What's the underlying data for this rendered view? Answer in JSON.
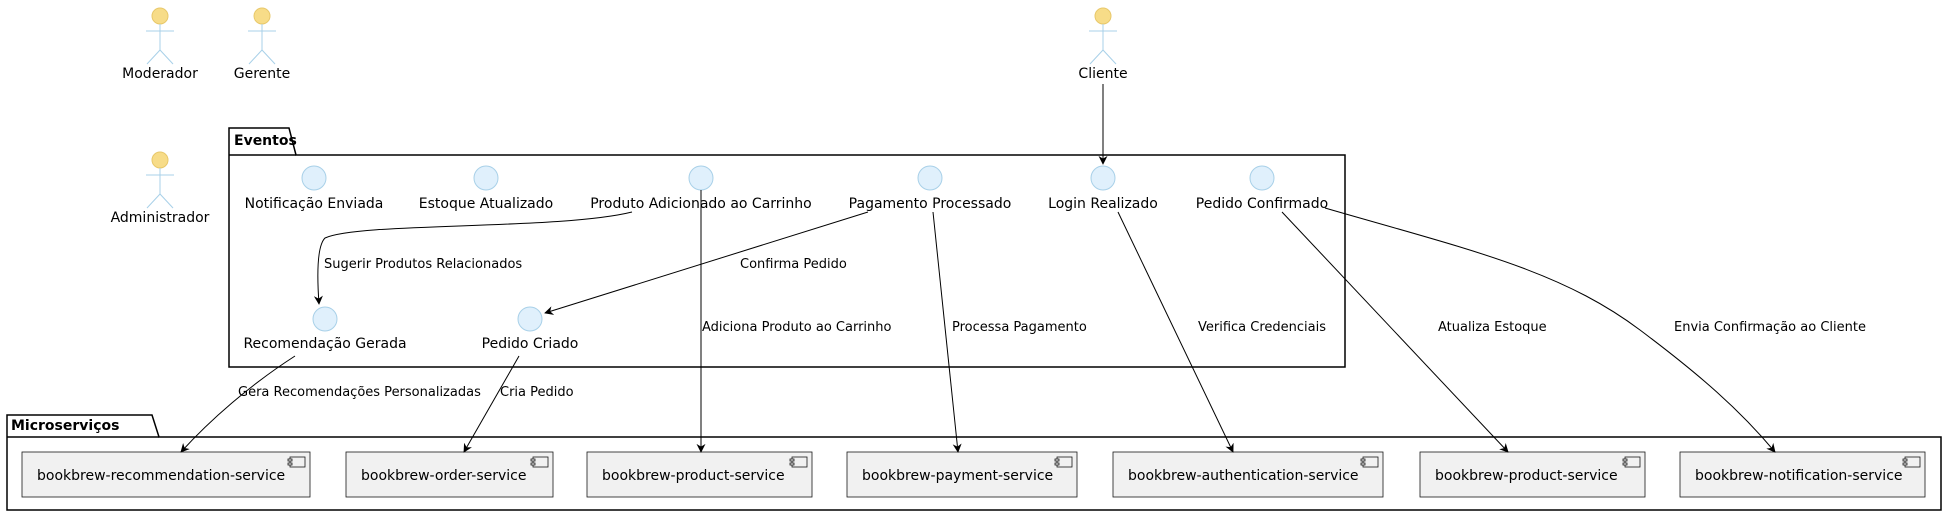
{
  "actors": {
    "moderador": "Moderador",
    "gerente": "Gerente",
    "cliente": "Cliente",
    "administrador": "Administrador"
  },
  "packages": {
    "eventos": "Eventos",
    "microservicos": "Microserviços"
  },
  "events": {
    "notificacao_enviada": "Notificação Enviada",
    "estoque_atualizado": "Estoque Atualizado",
    "produto_adicionado": "Produto Adicionado ao Carrinho",
    "pagamento_processado": "Pagamento Processado",
    "login_realizado": "Login Realizado",
    "pedido_confirmado": "Pedido Confirmado",
    "recomendacao_gerada": "Recomendação Gerada",
    "pedido_criado": "Pedido Criado"
  },
  "services": {
    "recommendation": "bookbrew-recommendation-service",
    "order": "bookbrew-order-service",
    "product_1": "bookbrew-product-service",
    "payment": "bookbrew-payment-service",
    "authentication": "bookbrew-authentication-service",
    "product_2": "bookbrew-product-service",
    "notification": "bookbrew-notification-service"
  },
  "edges": {
    "sugerir": "Sugerir Produtos Relacionados",
    "confirma_pedido": "Confirma Pedido",
    "adiciona_produto": "Adiciona Produto ao Carrinho",
    "processa_pagamento": "Processa Pagamento",
    "verifica_credenciais": "Verifica Credenciais",
    "atualiza_estoque": "Atualiza Estoque",
    "envia_confirmacao": "Envia Confirmação ao Cliente",
    "gera_recomendacoes": "Gera Recomendações Personalizadas",
    "cria_pedido": "Cria Pedido"
  },
  "colors": {
    "actor_head": "#f7dc88",
    "actor_stroke": "#a8d0e8",
    "event_fill": "#e0f0fc",
    "event_stroke": "#a8d0e8",
    "component_fill": "#f1f1f1",
    "line": "#000000"
  }
}
